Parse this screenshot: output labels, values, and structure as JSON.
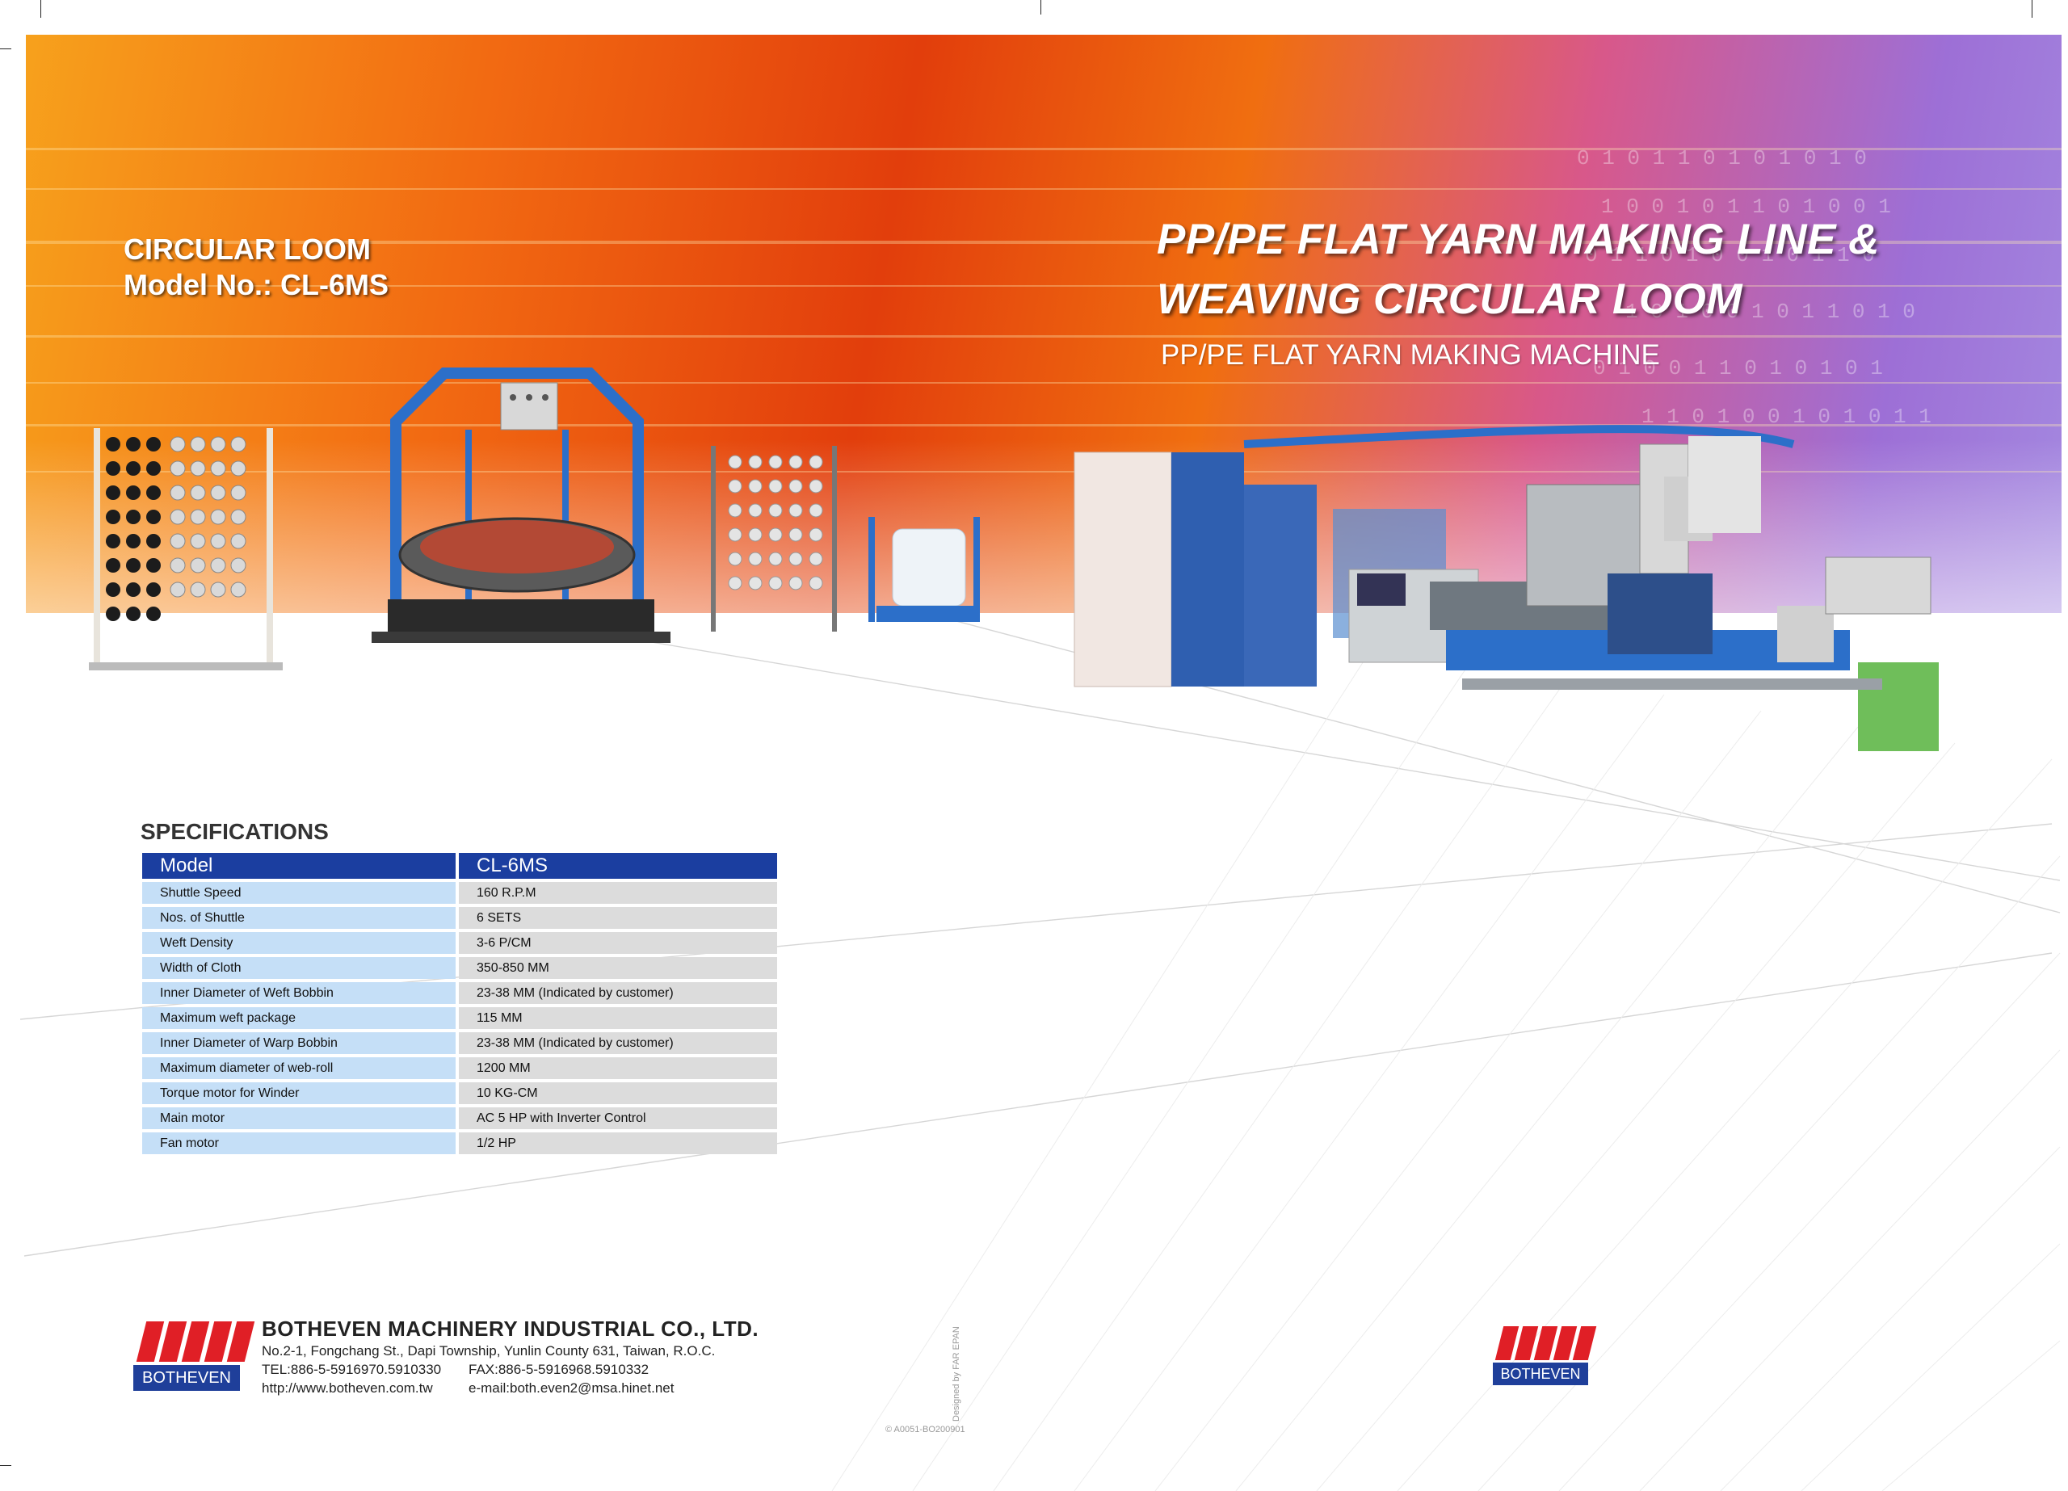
{
  "banner": {
    "title_line1": "PP/PE FLAT YARN MAKING LINE &",
    "title_line2": "WEAVING CIRCULAR LOOM",
    "subtitle": "PP/PE FLAT YARN MAKING MACHINE",
    "loom_name": "CIRCULAR LOOM",
    "loom_model": "Model No.: CL-6MS"
  },
  "specifications": {
    "heading": "SPECIFICATIONS",
    "header": [
      "Model",
      "CL-6MS"
    ],
    "rows": [
      [
        "Shuttle Speed",
        "160 R.P.M"
      ],
      [
        "Nos. of Shuttle",
        "6 SETS"
      ],
      [
        "Weft Density",
        "3-6 P/CM"
      ],
      [
        "Width of Cloth",
        "350-850 MM"
      ],
      [
        "Inner Diameter of Weft Bobbin",
        "23-38 MM (Indicated by customer)"
      ],
      [
        "Maximum weft package",
        "115 MM"
      ],
      [
        "Inner Diameter of Warp Bobbin",
        "23-38 MM (Indicated by customer)"
      ],
      [
        "Maximum diameter of web-roll",
        "1200 MM"
      ],
      [
        "Torque motor for Winder",
        "10 KG-CM"
      ],
      [
        "Main motor",
        "AC 5 HP with Inverter Control"
      ],
      [
        "Fan motor",
        "1/2 HP"
      ]
    ]
  },
  "company": {
    "name": "BOTHEVEN MACHINERY INDUSTRIAL CO., LTD.",
    "address": "No.2-1, Fongchang St., Dapi Township, Yunlin County 631, Taiwan, R.O.C.",
    "tel": "TEL:886-5-5916970.5910330",
    "fax": "FAX:886-5-5916968.5910332",
    "web": "http://www.botheven.com.tw",
    "email": "e-mail:both.even2@msa.hinet.net",
    "brand": "BOTHEVEN"
  },
  "print_code": "© A0051-BO200901",
  "designer_credit": "Designed by FAR EPAN",
  "colors": {
    "brand_red": "#e01f26",
    "brand_blue": "#1f3f9a",
    "table_header": "#1b3ea0",
    "label_cell": "#c5dff7",
    "value_cell": "#dcdcdc"
  }
}
